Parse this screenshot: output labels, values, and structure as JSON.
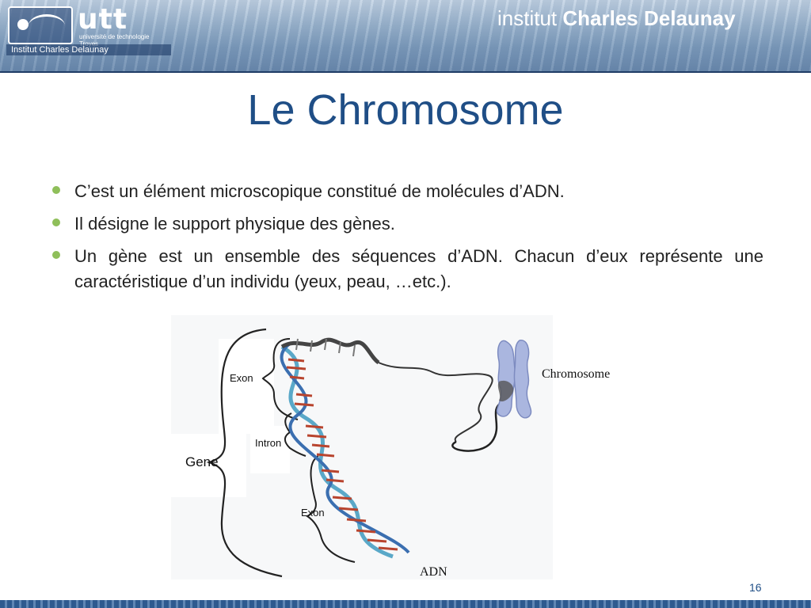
{
  "header": {
    "logo_text": "utt",
    "logo_subtitle_line1": "université de technologie",
    "logo_subtitle_line2": "Troyes",
    "logo_strip": "Institut Charles Delaunay",
    "institute_prefix": "institut",
    "institute_name": "Charles Delaunay"
  },
  "slide": {
    "title": "Le Chromosome",
    "bullets": [
      "C’est un élément microscopique constitué de molécules d’ADN.",
      "Il désigne le support physique des gènes.",
      "Un gène est un ensemble des séquences d’ADN. Chacun d’eux représente une caractéristique d’un individu (yeux, peau, …etc.)."
    ],
    "page_number": "16"
  },
  "figure": {
    "labels": {
      "exon_top": "Exon",
      "intron": "Intron",
      "gene": "Gene",
      "exon_bottom": "Exon",
      "chromosome": "Chromosome",
      "adn": "ADN"
    }
  },
  "colors": {
    "title": "#1f4e86",
    "bullet": "#8fbf5a",
    "helix_strand": "#5aa8c8",
    "helix_rungs": "#b8442e",
    "chromosome": "#aab6df"
  }
}
